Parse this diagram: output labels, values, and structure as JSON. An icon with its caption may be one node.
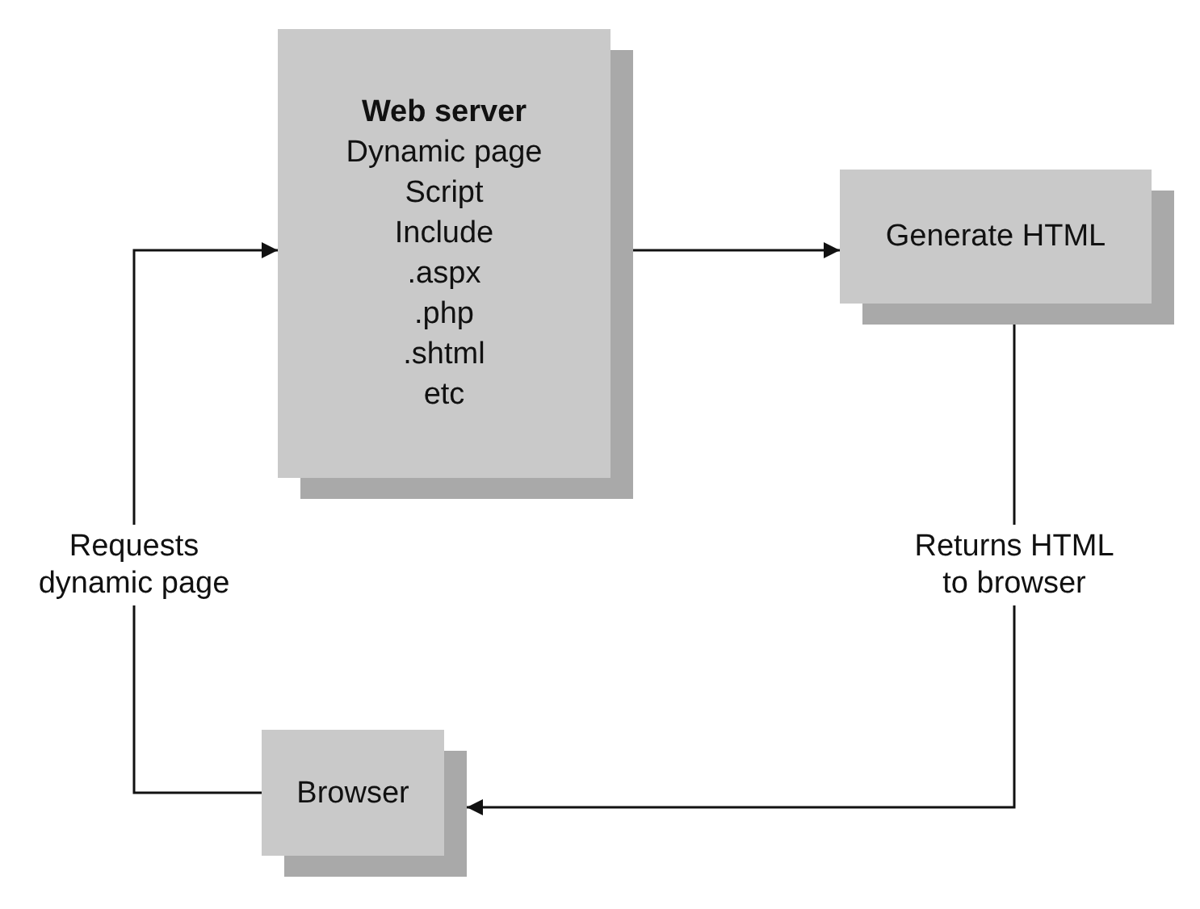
{
  "diagram": {
    "nodes": [
      {
        "text": [
          "Web server",
          "Dynamic page",
          "Script",
          "Include",
          ".aspx",
          ".php",
          ".shtml",
          "etc"
        ]
      },
      {
        "text": [
          "Generate HTML"
        ]
      },
      {
        "text": [
          "Browser"
        ]
      }
    ],
    "edges": [
      {
        "from": 2,
        "to": 0,
        "arrow": "to",
        "label": "Requests dynamic page"
      },
      {
        "from": 0,
        "to": 1,
        "arrow": "to"
      },
      {
        "from": 1,
        "to": 2,
        "arrow": "to",
        "label": "Returns HTML to browser"
      }
    ]
  }
}
